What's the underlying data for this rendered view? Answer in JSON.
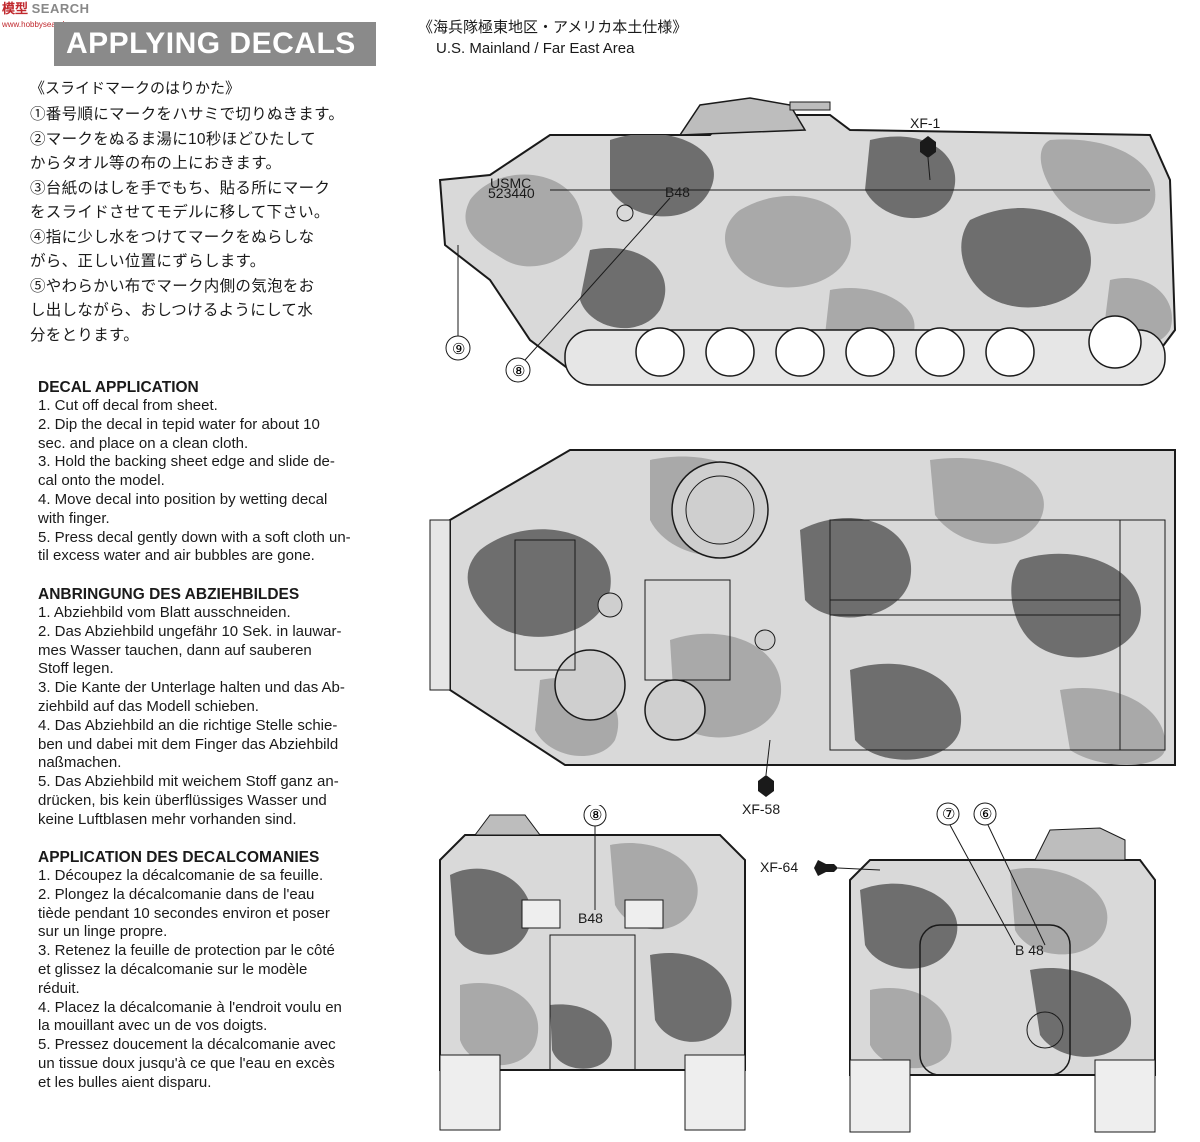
{
  "watermark": {
    "brand": "模型",
    "search": "SEARCH",
    "url": "www.hobbysearch.com"
  },
  "banner": {
    "title": "APPLYING DECALS"
  },
  "japanese": {
    "heading": "《スライドマークのはりかた》",
    "steps": [
      "①番号順にマークをハサミで切りぬきます。",
      "②マークをぬるま湯に10秒ほどひたして",
      "からタオル等の布の上におきます。",
      "③台紙のはしを手でもち、貼る所にマーク",
      "をスライドさせてモデルに移して下さい。",
      "④指に少し水をつけてマークをぬらしな",
      "がら、正しい位置にずらします。",
      "⑤やわらかい布でマーク内側の気泡をお",
      "し出しながら、おしつけるようにして水",
      "分をとります。"
    ]
  },
  "english": {
    "heading": "DECAL APPLICATION",
    "steps": [
      "1. Cut off decal from sheet.",
      "2. Dip the decal in tepid water for about 10",
      "sec. and place on a clean cloth.",
      "3. Hold the backing sheet edge and slide de-",
      "cal onto the model.",
      "4. Move decal into position by wetting decal",
      "with finger.",
      "5. Press decal gently down with a soft cloth un-",
      "til excess water and air bubbles are gone."
    ]
  },
  "german": {
    "heading": "ANBRINGUNG DES ABZIEHBILDES",
    "steps": [
      "1. Abziehbild vom Blatt ausschneiden.",
      "2. Das Abziehbild ungefähr 10 Sek. in lauwar-",
      "mes Wasser tauchen, dann auf sauberen",
      "Stoff legen.",
      "3. Die Kante der Unterlage halten und das Ab-",
      "ziehbild auf das Modell schieben.",
      "4. Das Abziehbild an die richtige Stelle schie-",
      "ben und dabei mit dem Finger das Abziehbild",
      "naßmachen.",
      "5. Das Abziehbild mit weichem Stoff ganz an-",
      "drücken, bis kein überflüssiges Wasser und",
      "keine Luftblasen mehr vorhanden sind."
    ]
  },
  "french": {
    "heading": "APPLICATION DES DECALCOMANIES",
    "steps": [
      "1. Découpez la décalcomanie de sa feuille.",
      "2. Plongez la décalcomanie dans de l'eau",
      "tiède pendant 10 secondes environ et poser",
      "sur un linge propre.",
      "3. Retenez la feuille de protection par le côté",
      "et glissez la décalcomanie sur le modèle",
      "réduit.",
      "4. Placez la décalcomanie à l'endroit voulu en",
      "la mouillant avec un de vos doigts.",
      "5. Pressez doucement la décalcomanie avec",
      "un tissue doux jusqu'à ce que l'eau en excès",
      "et les bulles aient disparu."
    ]
  },
  "view": {
    "title_jp": "《海兵隊極東地区・アメリカ本土仕様》",
    "title_en": "U.S. Mainland / Far East Area"
  },
  "side_view": {
    "paint": "XF-1",
    "callouts": [
      "⑨",
      "⑧"
    ],
    "marking": "B48",
    "small_text_1": "USMC",
    "small_text_2": "523440"
  },
  "top_view": {
    "paint": "XF-58"
  },
  "front_view": {
    "callout": "⑧",
    "marking": "B48"
  },
  "rear_view": {
    "paint": "XF-64",
    "callouts": [
      "⑦",
      "⑥"
    ],
    "marking": "B 48"
  },
  "colors": {
    "camo_base": "#d9d9d9",
    "camo_mid": "#a9a9a9",
    "camo_dark": "#6e6e6e",
    "line": "#1a1a1a",
    "banner": "#8a8a8a"
  }
}
